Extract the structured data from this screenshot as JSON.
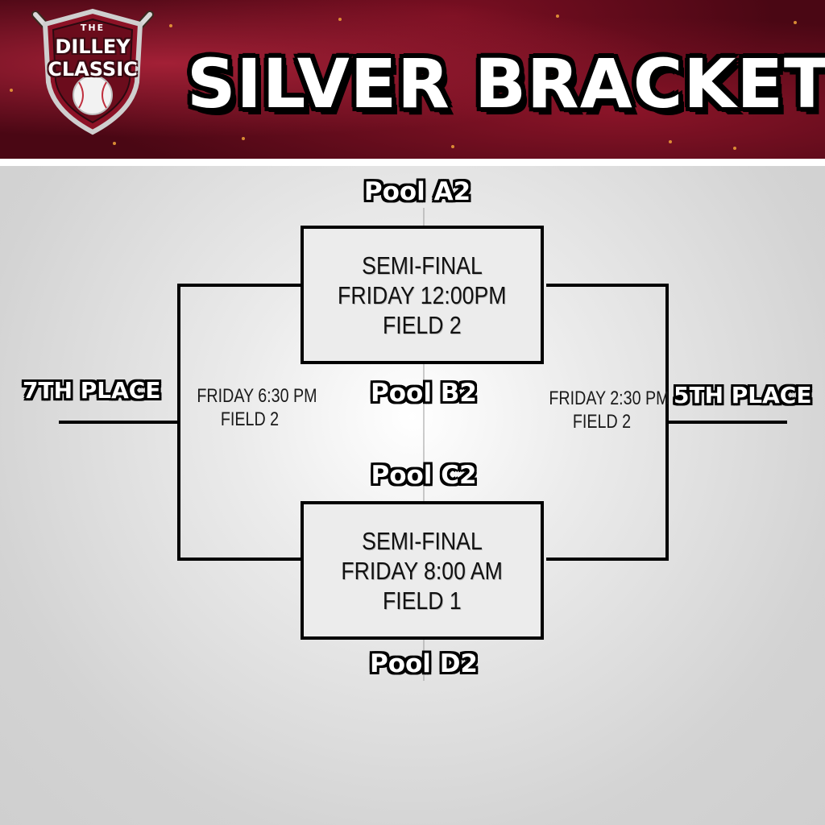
{
  "logo": {
    "top_text": "THE",
    "line1": "DILLEY",
    "line2": "CLASSIC"
  },
  "title": "SILVER BRACKET",
  "colors": {
    "banner": "#4a0714",
    "accent": "#a32036",
    "text_outline": "#000000",
    "box_fill": "#ececec"
  },
  "pools": {
    "a": "Pool A2",
    "b": "Pool B2",
    "c": "Pool C2",
    "d": "Pool D2"
  },
  "semifinal_top": {
    "line1": "SEMI-FINAL",
    "line2": "FRIDAY 12:00PM",
    "line3": "FIELD 2"
  },
  "semifinal_bottom": {
    "line1": "SEMI-FINAL",
    "line2": "FRIDAY 8:00 AM",
    "line3": "FIELD 1"
  },
  "left_game": {
    "time": "FRIDAY 6:30 PM",
    "field": "FIELD 2",
    "place": "7TH PLACE"
  },
  "right_game": {
    "time": "FRIDAY 2:30 PM",
    "field": "FIELD 2",
    "place": "5TH PLACE"
  }
}
